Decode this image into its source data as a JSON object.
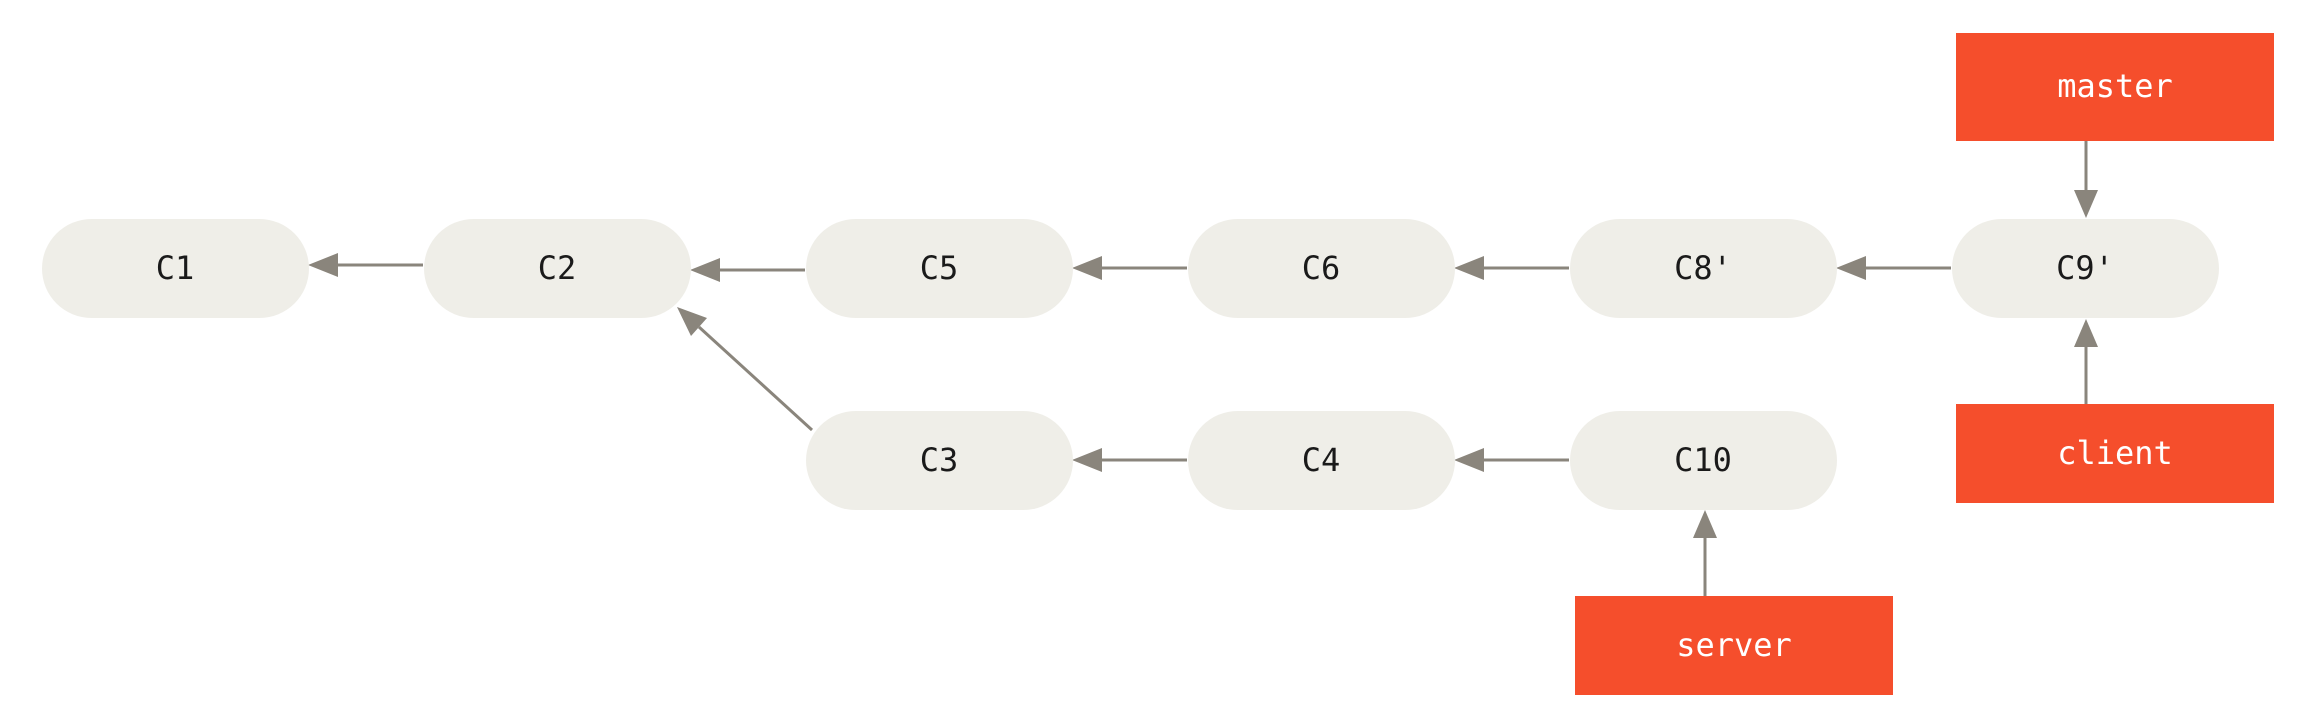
{
  "colors": {
    "commit_fill": "#efeee8",
    "branch_fill": "#f54e2c",
    "arrow": "#8a857c"
  },
  "commits": [
    {
      "id": "c1",
      "label": "C1"
    },
    {
      "id": "c2",
      "label": "C2"
    },
    {
      "id": "c5",
      "label": "C5"
    },
    {
      "id": "c6",
      "label": "C6"
    },
    {
      "id": "c8p",
      "label": "C8'"
    },
    {
      "id": "c9p",
      "label": "C9'"
    },
    {
      "id": "c3",
      "label": "C3"
    },
    {
      "id": "c4",
      "label": "C4"
    },
    {
      "id": "c10",
      "label": "C10"
    }
  ],
  "branches": [
    {
      "id": "master",
      "label": "master",
      "points_to": "C9'"
    },
    {
      "id": "client",
      "label": "client",
      "points_to": "C9'"
    },
    {
      "id": "server",
      "label": "server",
      "points_to": "C10"
    }
  ],
  "parent_links": [
    {
      "from": "C2",
      "to": "C1"
    },
    {
      "from": "C5",
      "to": "C2"
    },
    {
      "from": "C6",
      "to": "C5"
    },
    {
      "from": "C8'",
      "to": "C6"
    },
    {
      "from": "C9'",
      "to": "C8'"
    },
    {
      "from": "C3",
      "to": "C2"
    },
    {
      "from": "C4",
      "to": "C3"
    },
    {
      "from": "C10",
      "to": "C4"
    }
  ]
}
